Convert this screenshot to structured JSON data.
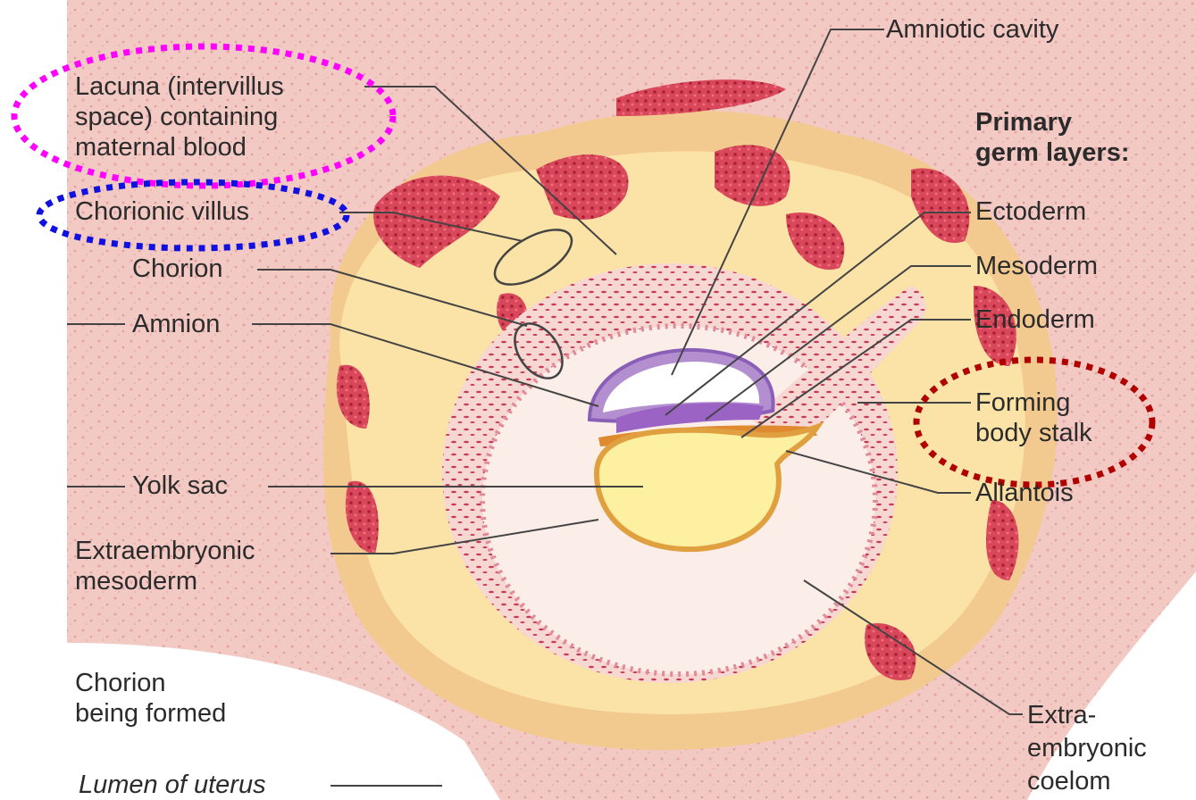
{
  "labels": {
    "lacuna": [
      "Lacuna (intervillus",
      "space) containing",
      "maternal blood"
    ],
    "chorionic_villus": "Chorionic villus",
    "chorion": "Chorion",
    "amnion": "Amnion",
    "yolk_sac": "Yolk sac",
    "extraembryonic_mesoderm": [
      "Extraembryonic",
      "mesoderm"
    ],
    "chorion_being_formed": [
      "Chorion",
      "being formed"
    ],
    "lumen_of_uterus": "Lumen of uterus",
    "amniotic_cavity": "Amniotic cavity",
    "primary_germ_layers": [
      "Primary",
      "germ layers:"
    ],
    "ectoderm": "Ectoderm",
    "mesoderm": "Mesoderm",
    "endoderm": "Endoderm",
    "forming_body_stalk": [
      "Forming",
      "body stalk"
    ],
    "allantois": "Allantois",
    "extraembryonic_coelom": [
      "Extra-",
      "embryonic",
      "coelom"
    ]
  },
  "highlight_colors": {
    "lacuna_oval": "#ff00ff",
    "chorionic_villus_oval": "#1010e0",
    "body_stalk_oval": "#b00000"
  }
}
